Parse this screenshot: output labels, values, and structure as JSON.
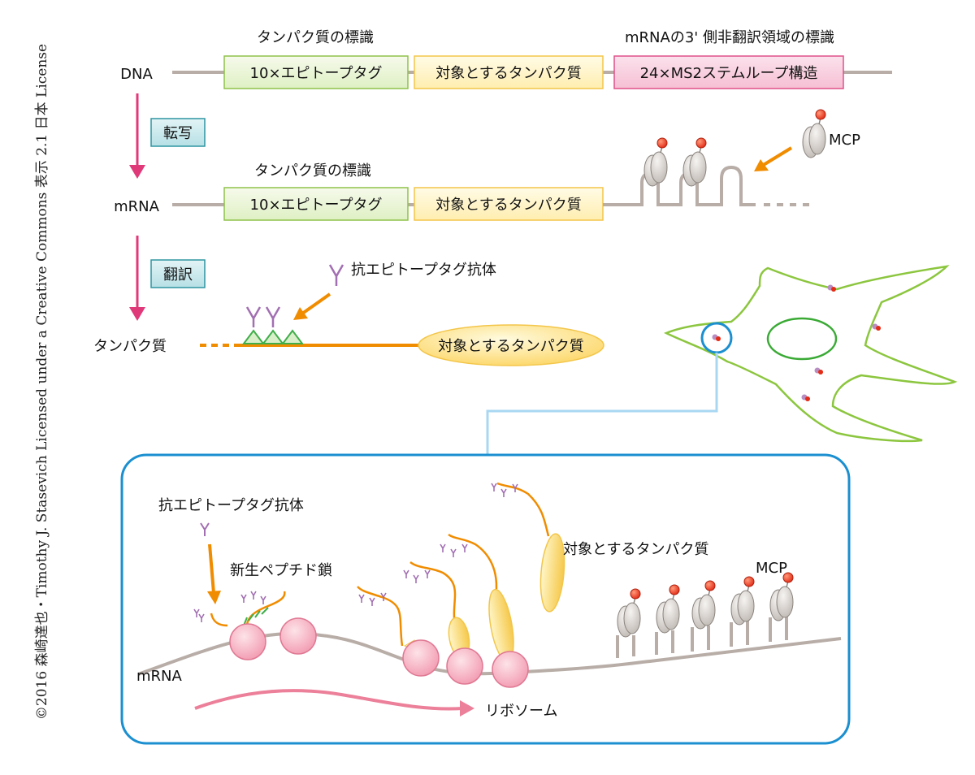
{
  "copyright": "©2016 森崎達也・Timothy J. Stasevich Licensed under a Creative Commons 表示 2.1 日本 License",
  "colors": {
    "magenta": "#e0397a",
    "orange": "#f08c00",
    "strand": "#b8ada7",
    "green_box_fill": "#eef6dd",
    "green_box_stroke": "#8fc24a",
    "yellow_box_fill": "#fff7d2",
    "yellow_box_stroke": "#f3c64a",
    "pink_box_fill": "#f9d3e1",
    "pink_box_stroke": "#e0508a",
    "teal_fill": "#cbe9ec",
    "teal_stroke": "#2f95a2",
    "cell_green": "#8cc63f",
    "nucleus_green": "#3aaa35",
    "blue": "#1b8fd0",
    "light_blue": "#a9d7f2",
    "ribosome": "#f4b8c5",
    "antibody": "#a26fb2",
    "epitope": "#3fae49"
  },
  "rows": {
    "dna": {
      "label": "DNA",
      "header_protein": "タンパク質の標識",
      "header_utr": "mRNAの3' 側非翻訳領域の標識",
      "box_tag": "10×エピトープタグ",
      "box_target": "対象とするタンパク質",
      "box_ms2": "24×MS2ステムループ構造"
    },
    "transcription": {
      "label": "転写"
    },
    "mrna": {
      "label": "mRNA",
      "header_protein": "タンパク質の標識",
      "box_tag": "10×エピトープタグ",
      "box_target": "対象とするタンパク質",
      "mcp_label": "MCP"
    },
    "translation": {
      "label": "翻訳"
    },
    "protein": {
      "label": "タンパク質",
      "antibody_label": "抗エピトープタグ抗体",
      "target": "対象とするタンパク質"
    }
  },
  "inset": {
    "antibody_label": "抗エピトープタグ抗体",
    "nascent_label": "新生ペプチド鎖",
    "target_label": "対象とするタンパク質",
    "mcp_label": "MCP",
    "mrna_label": "mRNA",
    "ribosome_label": "リボソーム"
  }
}
